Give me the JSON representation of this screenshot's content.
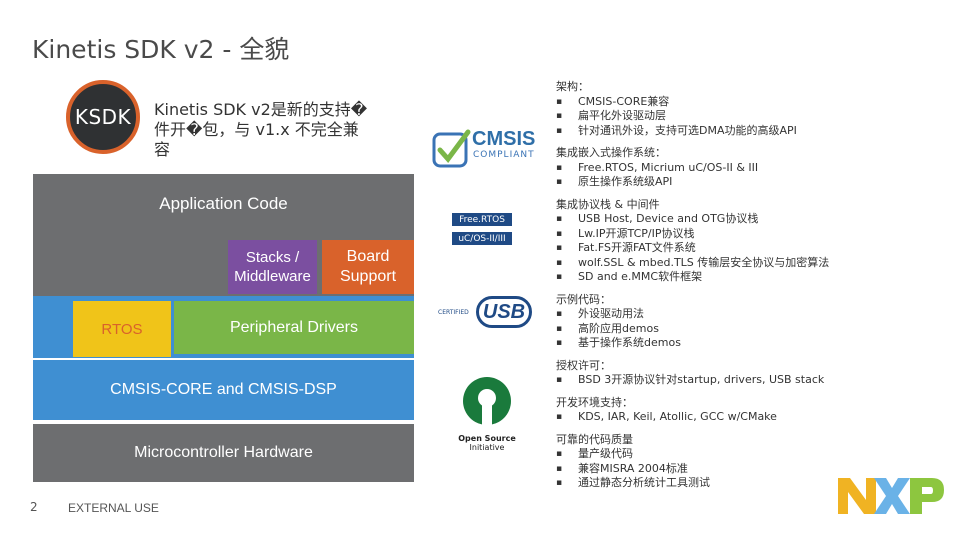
{
  "title": "Kinetis SDK v2 - 全貌",
  "ksdk": {
    "logo_text": "KSDK",
    "desc_line1": "Kinetis SDK v2是新的支持�",
    "desc_line2": "件开�包，与 v1.x 不完全兼",
    "desc_line3": "容"
  },
  "diagram": {
    "application_code": "Application Code",
    "stacks_middleware_1": "Stacks /",
    "stacks_middleware_2": "Middleware",
    "board_support_1": "Board",
    "board_support_2": "Support",
    "rtos": "RTOS",
    "peripheral_drivers": "Peripheral Drivers",
    "cmsis": "CMSIS-CORE and CMSIS-DSP",
    "mcu_hw": "Microcontroller Hardware"
  },
  "logos": {
    "cmsis_main": "CMSIS",
    "cmsis_sub": "COMPLIANT",
    "freertos": "Free.RTOS",
    "ucos": "uC/OS-II/III",
    "usb_small": "CERTIFIED",
    "usb": "USB",
    "osi_1": "Open Source",
    "osi_2": "Initiative"
  },
  "right": {
    "arch_head": "架构：",
    "arch_items": [
      "CMSIS-CORE兼容",
      "扁平化外设驱动层",
      "针对通讯外设，支持可选DMA功能的高级API"
    ],
    "os_head": "集成嵌入式操作系统：",
    "os_items": [
      "Free.RTOS, Micrium uC/OS-II & III",
      "原生操作系统级API"
    ],
    "stack_head": "集成协议栈 & 中间件",
    "stack_items": [
      "USB Host, Device and OTG协议栈",
      "Lw.IP开源TCP/IP协议栈",
      "Fat.FS开源FAT文件系统",
      "wolf.SSL & mbed.TLS 传输层安全协议与加密算法",
      "SD and e.MMC软件框架"
    ],
    "example_head": "示例代码：",
    "example_items": [
      "外设驱动用法",
      "高阶应用demos",
      "基于操作系统demos"
    ],
    "license_head": "授权许可：",
    "license_items": [
      "BSD 3开源协议针对startup, drivers, USB stack"
    ],
    "dev_head": "开发环境支持：",
    "dev_items": [
      "KDS, IAR, Keil, Atollic, GCC w/CMake"
    ],
    "quality_head": "可靠的代码质量",
    "quality_items": [
      "量产级代码",
      "兼容MISRA 2004标准",
      "通过静态分析统计工具测试"
    ]
  },
  "footer": {
    "page": "2",
    "external": "EXTERNAL USE",
    "brand": "NXP"
  },
  "colors": {
    "gray": "#6d6e70",
    "purple": "#7b4fa0",
    "green": "#7ab648",
    "blue": "#3f8fd2",
    "orange": "#d9622b",
    "yellow": "#f0c419",
    "nxp_green": "#8dc63f"
  }
}
